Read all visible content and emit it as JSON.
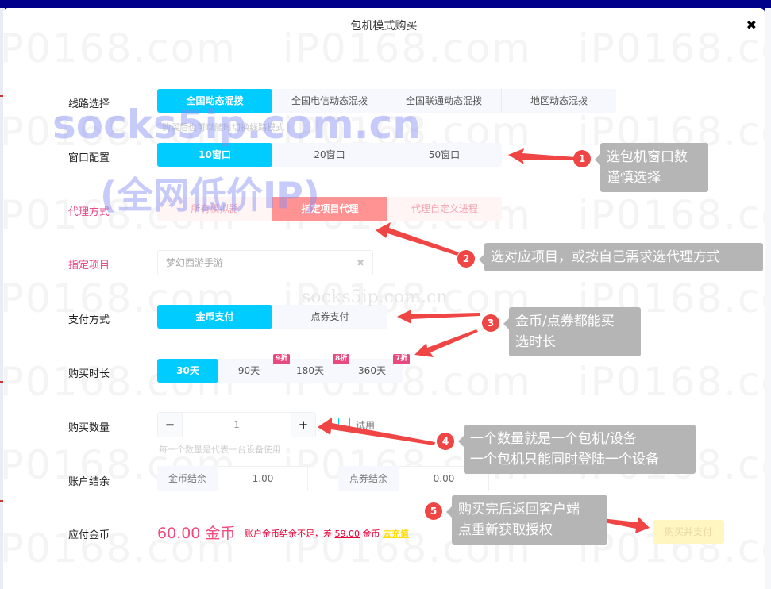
{
  "modal": {
    "title": "包机模式购买",
    "close_icon": "close-icon"
  },
  "line": {
    "label": "线路选择",
    "options": [
      "全国动态混拨",
      "全国电信动态混拨",
      "全国联通动态混拨",
      "地区动态混拨"
    ],
    "selected": "全国动态混拨",
    "hint": "购买后也可以随时切换线路模式"
  },
  "window": {
    "label": "窗口配置",
    "options": [
      "10窗口",
      "20窗口",
      "50窗口"
    ],
    "selected": "10窗口"
  },
  "proxy": {
    "label": "代理方式",
    "options": [
      "所有模拟器",
      "指定项目代理",
      "代理自定义进程"
    ],
    "selected": "指定项目代理"
  },
  "project": {
    "label": "指定项目",
    "value": "梦幻西游手游",
    "clear_icon": "clear-icon"
  },
  "payment": {
    "label": "支付方式",
    "options": [
      "金币支付",
      "点券支付"
    ],
    "selected": "金币支付"
  },
  "duration": {
    "label": "购买时长",
    "options": [
      "30天",
      "90天",
      "180天",
      "360天"
    ],
    "selected": "30天",
    "badges": [
      "9折",
      "8折",
      "7折"
    ]
  },
  "quantity": {
    "label": "购买数量",
    "minus": "−",
    "plus": "+",
    "value": "1",
    "trial_label": "试用",
    "hint": "每一个数量是代表一台设备使用"
  },
  "balance": {
    "label": "账户结余",
    "gold_label": "金币结余",
    "gold_value": "1.00",
    "coupon_label": "点券结余",
    "coupon_value": "0.00"
  },
  "total": {
    "label": "应付金币",
    "amount": "60.00 金币",
    "warn_prefix": "账户金币结余不足，差",
    "warn_diff": "59.00",
    "warn_suffix": "金币",
    "recharge_link": "去充值",
    "pay_button": "购买并支付"
  },
  "watermarks": {
    "main": "socks5ip.com.cn",
    "sub": "(全网低价IP)",
    "small": "socks5ip.com.cn",
    "bg": "iP0168.com"
  },
  "callouts": [
    {
      "num": "1",
      "text": [
        "选包机窗口数",
        "谨慎选择"
      ]
    },
    {
      "num": "2",
      "text": [
        "选对应项目，或按自己需求选代理方式"
      ]
    },
    {
      "num": "3",
      "text": [
        "金币/点券都能买",
        "选时长"
      ]
    },
    {
      "num": "4",
      "text": [
        "一个数量就是一个包机/设备",
        "一个包机只能同时登陆一个设备"
      ]
    },
    {
      "num": "5",
      "text": [
        "购买完后返回客户端",
        "点重新获取授权"
      ]
    }
  ],
  "colors": {
    "accent": "#00ccff",
    "proxy_active": "#ff9393",
    "price": "#f04b7e",
    "warn": "#e8003a",
    "callout_bg": "#b5b5b5",
    "marker": "#f04545",
    "backdrop": "#00008b"
  }
}
